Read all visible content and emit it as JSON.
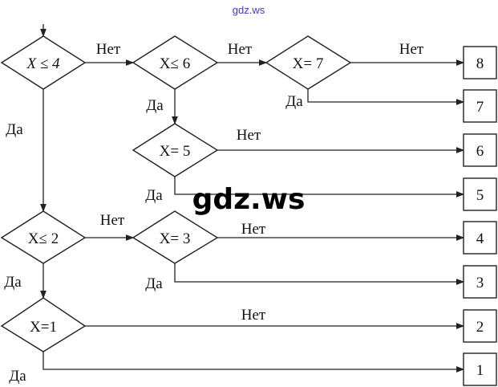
{
  "watermark_top": "gdz.ws",
  "watermark_center": "gdz.ws",
  "conditions": {
    "c1": "X ≤ 4",
    "c2": "X≤ 6",
    "c3": "X= 7",
    "c4": "X= 5",
    "c5": "X≤ 2",
    "c6": "X= 3",
    "c7": "X=1"
  },
  "labels": {
    "yes": "Да",
    "no": "Нет"
  },
  "outputs": [
    "8",
    "7",
    "6",
    "5",
    "4",
    "3",
    "2",
    "1"
  ],
  "colors": {
    "line": "#222222",
    "watermark_top": "#3a3ad0"
  }
}
